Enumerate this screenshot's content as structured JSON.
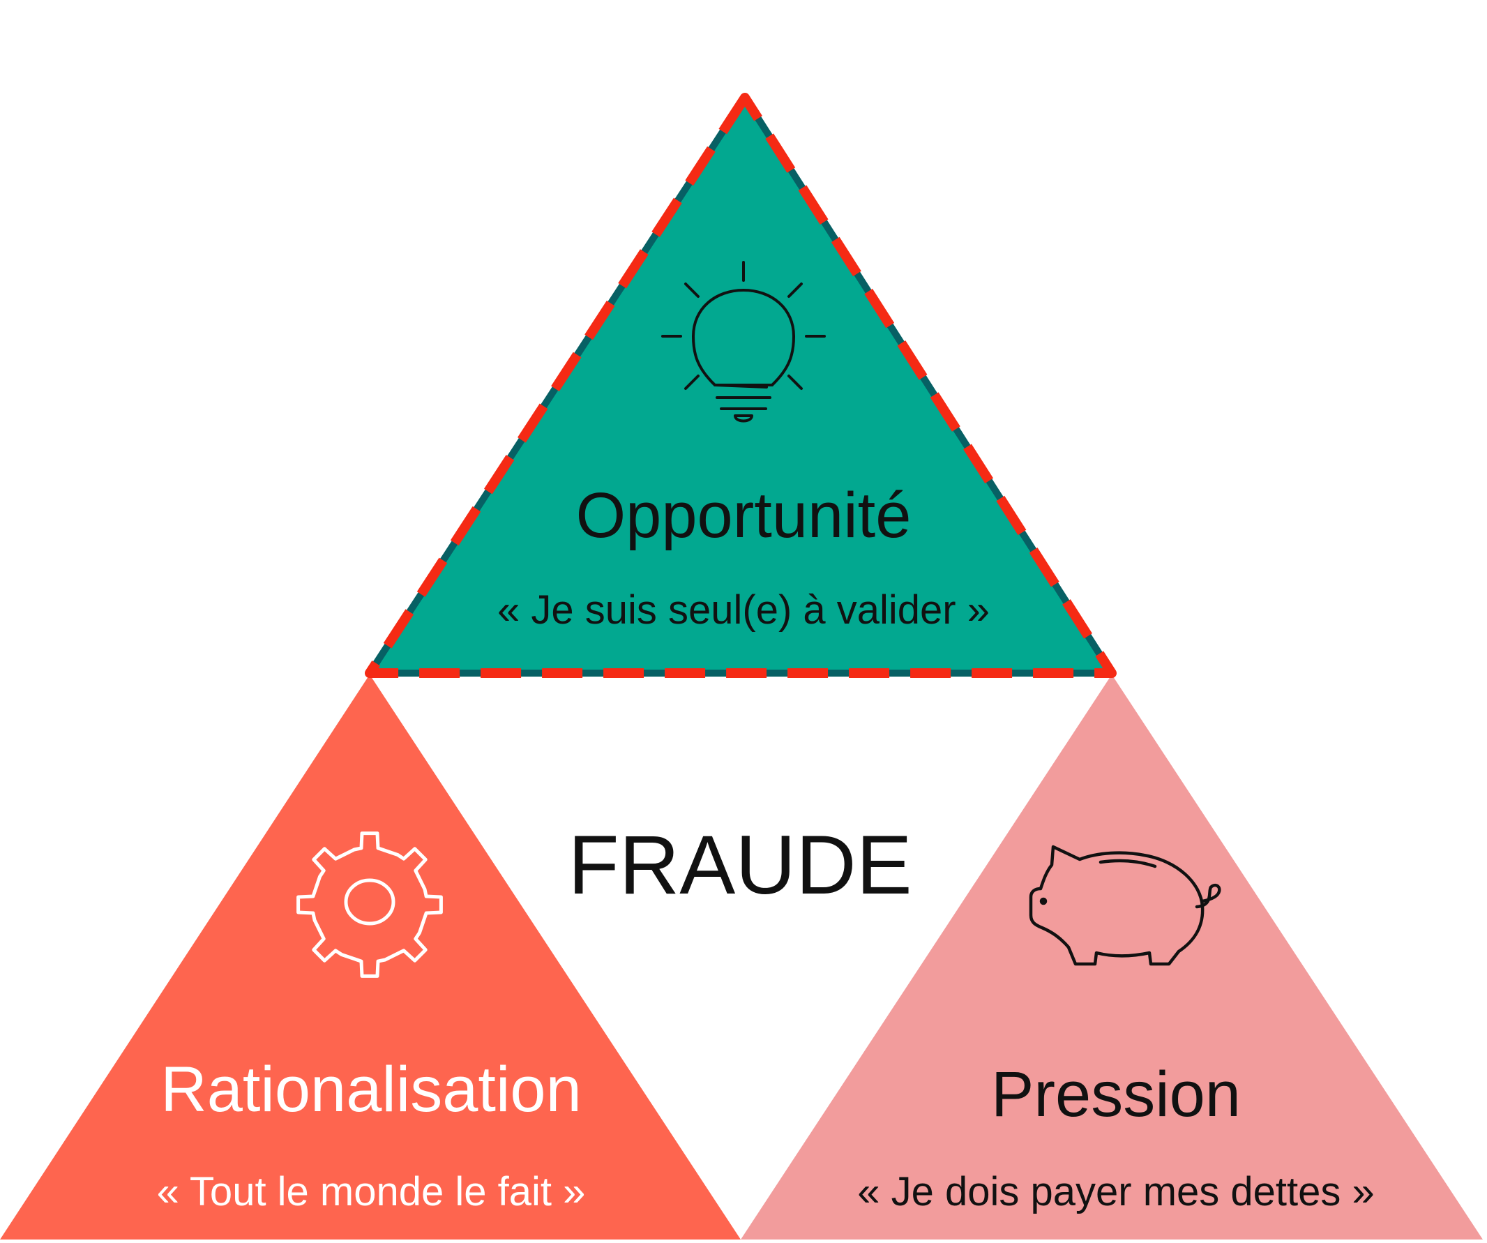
{
  "diagram": {
    "center_label": "FRAUDE",
    "opportunity": {
      "title": "Opportunité",
      "quote": "« Je suis seul(e) à valider »",
      "icon": "lightbulb-icon",
      "fill": "#02a890",
      "border": "#076064",
      "dash": "#f52a14"
    },
    "rationalisation": {
      "title": "Rationalisation",
      "quote": "« Tout le monde le fait »",
      "icon": "gear-icon",
      "fill": "#fe654f"
    },
    "pressure": {
      "title": "Pression",
      "quote": "« Je dois payer mes dettes »",
      "icon": "piggy-bank-icon",
      "fill": "#f29c9c"
    }
  }
}
